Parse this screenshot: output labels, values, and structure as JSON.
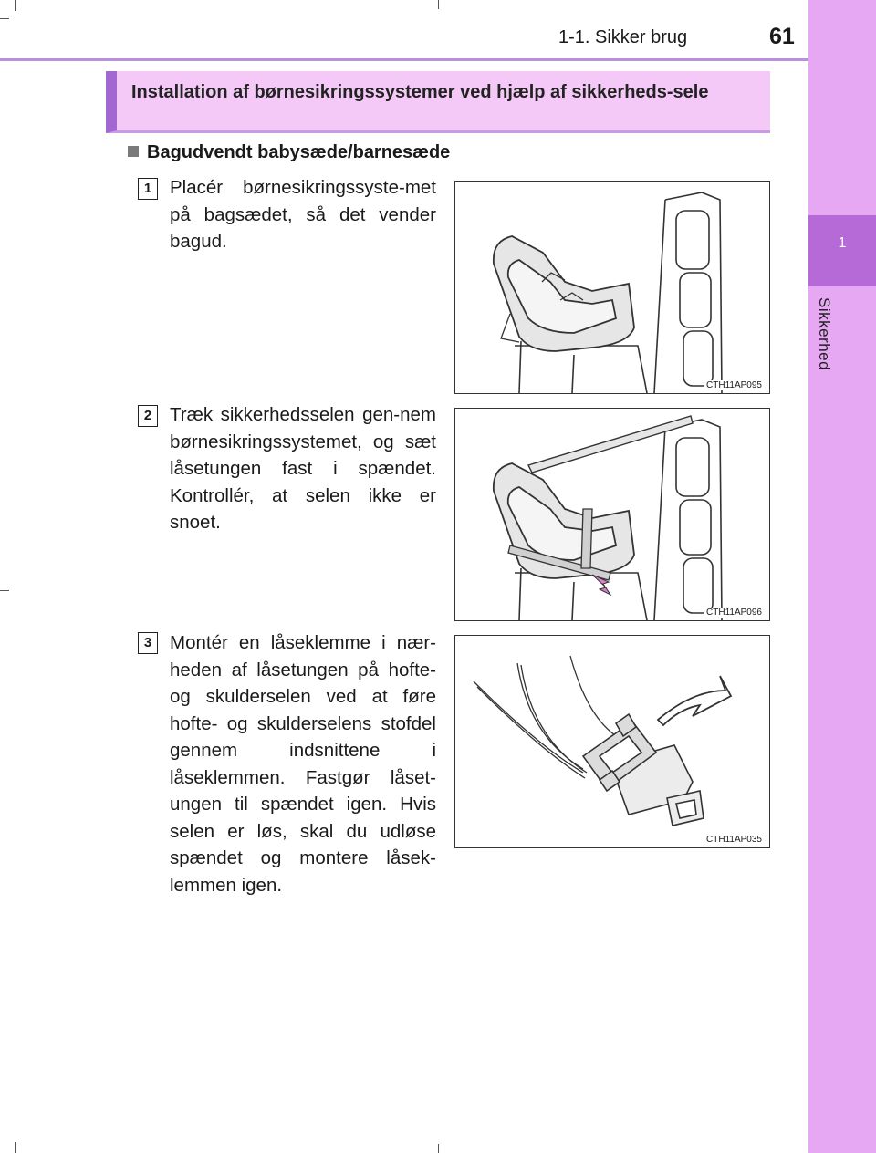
{
  "header": {
    "running_title": "1-1. Sikker brug",
    "page_number": "61"
  },
  "side_tab": {
    "number": "1",
    "label": "Sikkerhed"
  },
  "section": {
    "title": "Installation af børnesikringssystemer ved hjælp af sikkerheds-sele"
  },
  "subheading": "Bagudvendt babysæde/barnesæde",
  "steps": [
    {
      "number": "1",
      "text": "Placér børnesikringssyste-met på bagsædet, så det vender bagud.",
      "figure_code": "CTH11AP095",
      "figure_icon": "rear-facing-child-seat-illustration"
    },
    {
      "number": "2",
      "text": "Træk sikkerhedsselen gen-nem børnesikringssystemet, og sæt låsetungen fast i spændet. Kontrollér, at selen ikke er snoet.",
      "figure_code": "CTH11AP096",
      "figure_icon": "seatbelt-routing-illustration"
    },
    {
      "number": "3",
      "text": "Montér en låseklemme i nær-heden af låsetungen på hofte- og skulderselen ved at føre hofte- og skulderselens stofdel gennem indsnittene i låseklemmen. Fastgør låset-ungen til spændet igen. Hvis selen er løs, skal du udløse spændet og montere låsek-lemmen igen.",
      "figure_code": "CTH11AP035",
      "figure_icon": "locking-clip-illustration"
    }
  ],
  "colors": {
    "accent_purple": "#a267d1",
    "section_bg": "#f4c9f8",
    "side_strip": "#e6a7f3",
    "side_tab": "#b66ad8",
    "arrow_pink": "#e07bd0"
  }
}
